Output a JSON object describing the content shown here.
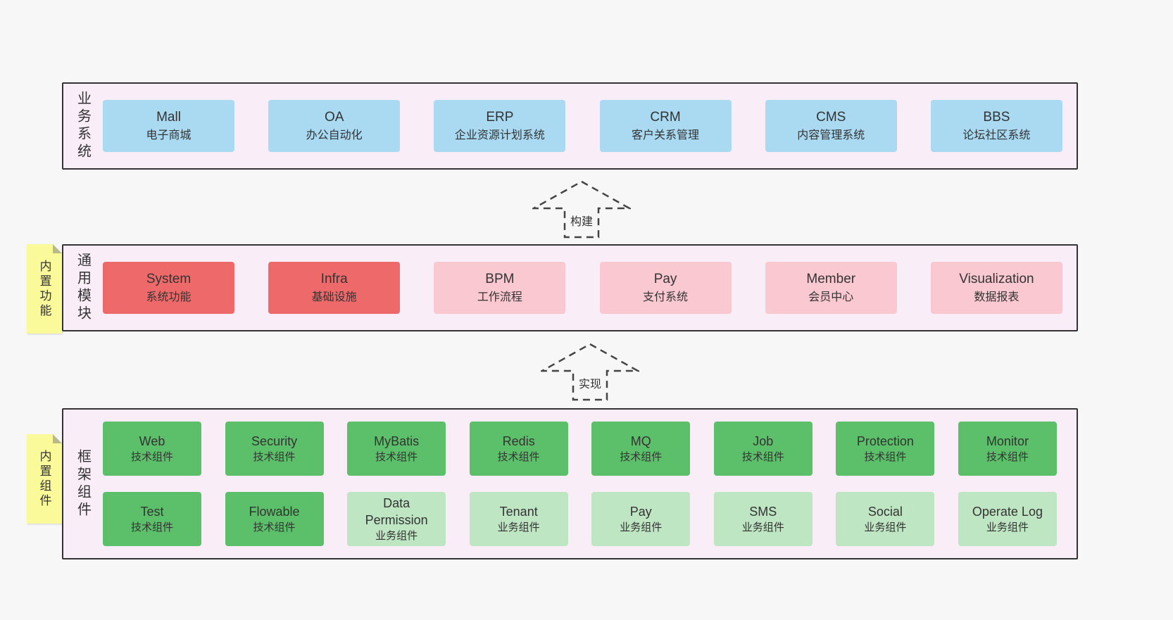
{
  "colors": {
    "page_bg": "#f7f7f7",
    "band_bg": "#f9eef8",
    "band_border": "#333333",
    "box_blue": "#a9daf2",
    "box_red": "#ee6a6a",
    "box_pink": "#f9c8d0",
    "box_green": "#5cc06a",
    "box_light_green": "#bfe6c3",
    "sticky_yellow": "#fbfa9b",
    "text": "#333333",
    "arrow": "#444444"
  },
  "bands": {
    "business": {
      "side_label": "业务系统",
      "items": [
        {
          "title": "Mall",
          "subtitle": "电子商城",
          "variant": "blue"
        },
        {
          "title": "OA",
          "subtitle": "办公自动化",
          "variant": "blue"
        },
        {
          "title": "ERP",
          "subtitle": "企业资源计划系统",
          "variant": "blue"
        },
        {
          "title": "CRM",
          "subtitle": "客户关系管理",
          "variant": "blue"
        },
        {
          "title": "CMS",
          "subtitle": "内容管理系统",
          "variant": "blue"
        },
        {
          "title": "BBS",
          "subtitle": "论坛社区系统",
          "variant": "blue"
        }
      ]
    },
    "modules": {
      "side_label": "通用模块",
      "sticky_label": "内置功能",
      "items": [
        {
          "title": "System",
          "subtitle": "系统功能",
          "variant": "red"
        },
        {
          "title": "Infra",
          "subtitle": "基础设施",
          "variant": "red"
        },
        {
          "title": "BPM",
          "subtitle": "工作流程",
          "variant": "pink"
        },
        {
          "title": "Pay",
          "subtitle": "支付系统",
          "variant": "pink"
        },
        {
          "title": "Member",
          "subtitle": "会员中心",
          "variant": "pink"
        },
        {
          "title": "Visualization",
          "subtitle": "数据报表",
          "variant": "pink"
        }
      ]
    },
    "components": {
      "side_label": "框架组件",
      "sticky_label": "内置组件",
      "rows": [
        [
          {
            "title": "Web",
            "subtitle": "技术组件",
            "variant": "green"
          },
          {
            "title": "Security",
            "subtitle": "技术组件",
            "variant": "green"
          },
          {
            "title": "MyBatis",
            "subtitle": "技术组件",
            "variant": "green"
          },
          {
            "title": "Redis",
            "subtitle": "技术组件",
            "variant": "green"
          },
          {
            "title": "MQ",
            "subtitle": "技术组件",
            "variant": "green"
          },
          {
            "title": "Job",
            "subtitle": "技术组件",
            "variant": "green"
          },
          {
            "title": "Protection",
            "subtitle": "技术组件",
            "variant": "green"
          },
          {
            "title": "Monitor",
            "subtitle": "技术组件",
            "variant": "green"
          }
        ],
        [
          {
            "title": "Test",
            "subtitle": "技术组件",
            "variant": "green"
          },
          {
            "title": "Flowable",
            "subtitle": "技术组件",
            "variant": "green"
          },
          {
            "title": "Data Permission",
            "subtitle": "业务组件",
            "variant": "lightgreen"
          },
          {
            "title": "Tenant",
            "subtitle": "业务组件",
            "variant": "lightgreen"
          },
          {
            "title": "Pay",
            "subtitle": "业务组件",
            "variant": "lightgreen"
          },
          {
            "title": "SMS",
            "subtitle": "业务组件",
            "variant": "lightgreen"
          },
          {
            "title": "Social",
            "subtitle": "业务组件",
            "variant": "lightgreen"
          },
          {
            "title": "Operate Log",
            "subtitle": "业务组件",
            "variant": "lightgreen"
          }
        ]
      ]
    }
  },
  "arrows": [
    {
      "label": "构建"
    },
    {
      "label": "实现"
    }
  ]
}
